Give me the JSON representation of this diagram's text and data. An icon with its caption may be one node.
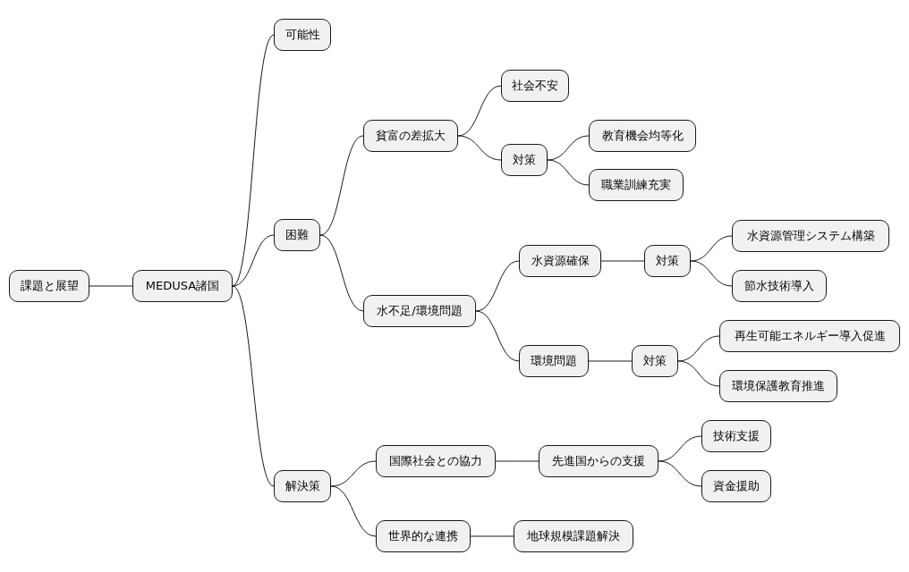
{
  "diagram": {
    "nodes": [
      {
        "text": [
          "課題と展望"
        ]
      },
      {
        "text": [
          "MEDUSA諸国"
        ]
      },
      {
        "text": [
          "可能性"
        ]
      },
      {
        "text": [
          "困難"
        ]
      },
      {
        "text": [
          "貧富の差拡大"
        ]
      },
      {
        "text": [
          "社会不安"
        ]
      },
      {
        "text": [
          "対策"
        ]
      },
      {
        "text": [
          "教育機会均等化"
        ]
      },
      {
        "text": [
          "職業訓練充実"
        ]
      },
      {
        "text": [
          "水不足/環境問題"
        ]
      },
      {
        "text": [
          "水資源確保"
        ]
      },
      {
        "text": [
          "対策"
        ]
      },
      {
        "text": [
          "水資源管理システム構築"
        ]
      },
      {
        "text": [
          "節水技術導入"
        ]
      },
      {
        "text": [
          "環境問題"
        ]
      },
      {
        "text": [
          "対策"
        ]
      },
      {
        "text": [
          "再生可能エネルギー導入促進"
        ]
      },
      {
        "text": [
          "環境保護教育推進"
        ]
      },
      {
        "text": [
          "解決策"
        ]
      },
      {
        "text": [
          "国際社会との協力"
        ]
      },
      {
        "text": [
          "先進国からの支援"
        ]
      },
      {
        "text": [
          "技術支援"
        ]
      },
      {
        "text": [
          "資金援助"
        ]
      },
      {
        "text": [
          "世界的な連携"
        ]
      },
      {
        "text": [
          "地球規模課題解決"
        ]
      }
    ],
    "edges": [
      {
        "from": 0,
        "to": 1,
        "arrow": "none"
      },
      {
        "from": 1,
        "to": 2,
        "arrow": "none"
      },
      {
        "from": 1,
        "to": 3,
        "arrow": "none"
      },
      {
        "from": 3,
        "to": 4,
        "arrow": "none"
      },
      {
        "from": 4,
        "to": 5,
        "arrow": "none"
      },
      {
        "from": 4,
        "to": 6,
        "arrow": "none"
      },
      {
        "from": 6,
        "to": 7,
        "arrow": "none"
      },
      {
        "from": 6,
        "to": 8,
        "arrow": "none"
      },
      {
        "from": 3,
        "to": 9,
        "arrow": "none"
      },
      {
        "from": 9,
        "to": 10,
        "arrow": "none"
      },
      {
        "from": 10,
        "to": 11,
        "arrow": "none"
      },
      {
        "from": 11,
        "to": 12,
        "arrow": "none"
      },
      {
        "from": 11,
        "to": 13,
        "arrow": "none"
      },
      {
        "from": 9,
        "to": 14,
        "arrow": "none"
      },
      {
        "from": 14,
        "to": 15,
        "arrow": "none"
      },
      {
        "from": 15,
        "to": 16,
        "arrow": "none"
      },
      {
        "from": 15,
        "to": 17,
        "arrow": "none"
      },
      {
        "from": 1,
        "to": 18,
        "arrow": "none"
      },
      {
        "from": 18,
        "to": 19,
        "arrow": "none"
      },
      {
        "from": 19,
        "to": 20,
        "arrow": "none"
      },
      {
        "from": 20,
        "to": 21,
        "arrow": "none"
      },
      {
        "from": 20,
        "to": 22,
        "arrow": "none"
      },
      {
        "from": 18,
        "to": 23,
        "arrow": "none"
      },
      {
        "from": 23,
        "to": 24,
        "arrow": "none"
      }
    ]
  }
}
